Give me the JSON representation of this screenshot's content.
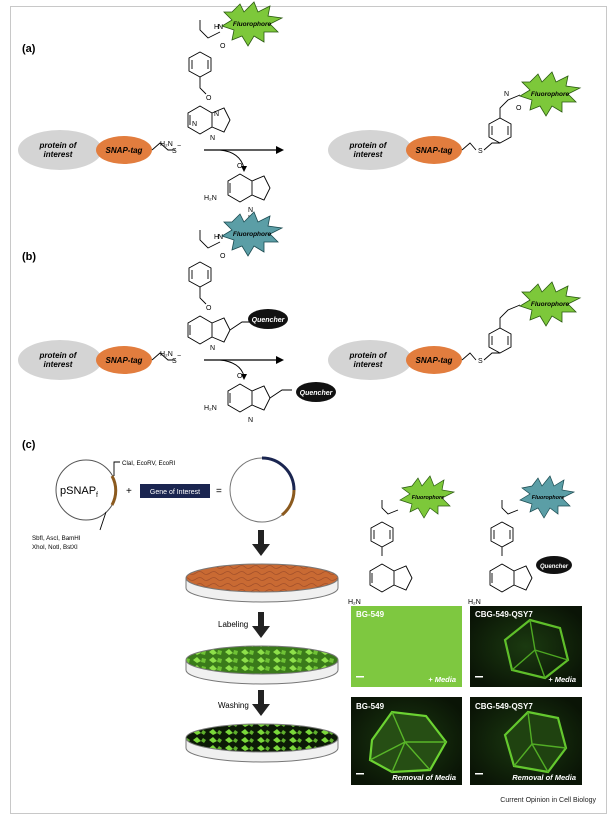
{
  "panels": {
    "a": "(a)",
    "b": "(b)",
    "c": "(c)"
  },
  "protein": {
    "line1": "protein of",
    "line2": "interest"
  },
  "tag": "SNAP-tag",
  "fluorophore": "Fluorophore",
  "quencher": "Quencher",
  "atoms": {
    "N": "N",
    "O": "O",
    "H": "H",
    "S": "S",
    "S_minus": "S",
    "minus": "−",
    "NH2": "H₂N"
  },
  "plasmid": {
    "name": "pSNAP",
    "sub": "f",
    "sites_top": "ClaI, EcoRV, EcoRI",
    "sites_bottom_1": "SbfI, AscI, BamHI",
    "sites_bottom_2": "XhoI, NotI, BstXI"
  },
  "gene_box": "Gene of Interest",
  "plus": "+",
  "equals": "=",
  "steps": {
    "labeling": "Labeling",
    "washing": "Washing"
  },
  "micro": [
    {
      "title": "BG-549",
      "caption": "+ Media"
    },
    {
      "title": "CBG-549-QSY7",
      "caption": "+ Media"
    },
    {
      "title": "BG-549",
      "caption": "Removal of Media"
    },
    {
      "title": "CBG-549-QSY7",
      "caption": "Removal of Media"
    }
  ],
  "credit": "Current Opinion in Cell Biology",
  "colors": {
    "fluor_green": "#7dc83a",
    "fluor_teal": "#5b9ea6",
    "snap_orange": "#e27d3e",
    "protein_gray": "#d4d4d4",
    "dish_orange": "#c96a33",
    "gene_navy": "#1a2550",
    "plasmid_brown": "#8b5a1f",
    "micro_green": "#7ec840"
  }
}
